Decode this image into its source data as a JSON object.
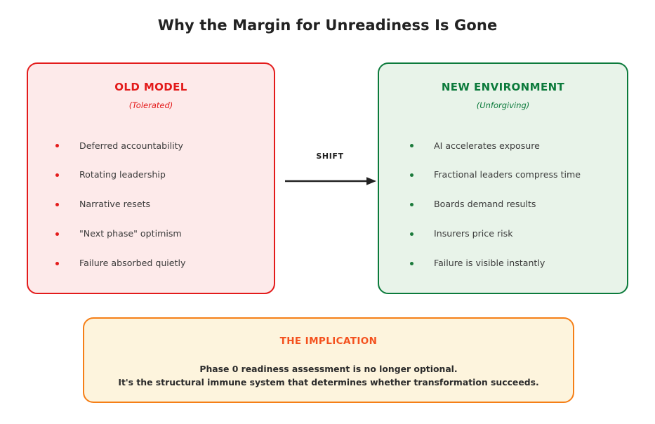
{
  "title": "Why the Margin for Unreadiness Is Gone",
  "colors": {
    "title_text": "#222222",
    "old_accent": "#e31b1b",
    "old_fill": "#fdeaea",
    "new_accent": "#0b7a3b",
    "new_fill": "#e8f3e9",
    "implication_accent": "#f4511e",
    "implication_border": "#f57f17",
    "implication_fill": "#fdf4dd",
    "bullet_text": "#3b3b3b",
    "arrow": "#222222"
  },
  "old_model": {
    "heading": "OLD MODEL",
    "subheading": "(Tolerated)",
    "bullets": [
      "Deferred accountability",
      "Rotating leadership",
      "Narrative resets",
      "\"Next phase\" optimism",
      "Failure absorbed quietly"
    ]
  },
  "new_environment": {
    "heading": "NEW ENVIRONMENT",
    "subheading": "(Unforgiving)",
    "bullets": [
      "AI accelerates exposure",
      "Fractional leaders compress time",
      "Boards demand results",
      "Insurers price risk",
      "Failure is visible instantly"
    ]
  },
  "shift": {
    "label": "SHIFT",
    "icon": "arrow-right-icon"
  },
  "implication": {
    "heading": "THE IMPLICATION",
    "line1": "Phase 0 readiness assessment is no longer optional.",
    "line2": "It's the structural immune system that determines whether transformation succeeds."
  }
}
